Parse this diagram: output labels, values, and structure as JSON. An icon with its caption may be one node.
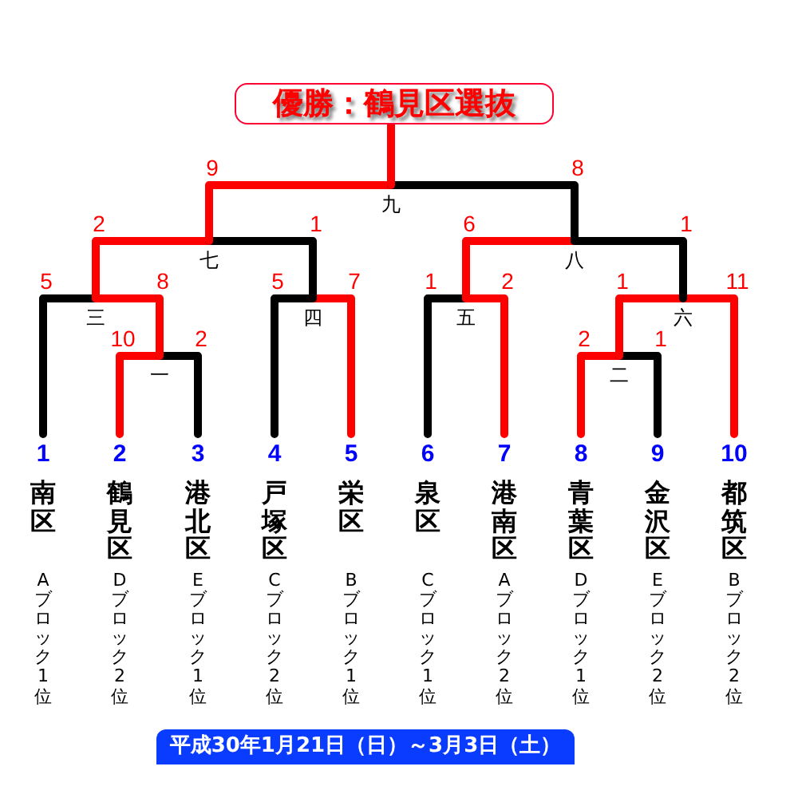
{
  "diagram": {
    "nodes": [
      {
        "text": [
          "優勝：鶴見区選抜"
        ]
      },
      {
        "text": [
          "九"
        ]
      },
      {
        "text": [
          "七"
        ]
      },
      {
        "text": [
          "八"
        ]
      },
      {
        "text": [
          "三"
        ]
      },
      {
        "text": [
          "四"
        ]
      },
      {
        "text": [
          "五"
        ]
      },
      {
        "text": [
          "六"
        ]
      },
      {
        "text": [
          "一"
        ]
      },
      {
        "text": [
          "二"
        ]
      },
      {
        "text": [
          "1",
          "南区",
          "Aブロック1位"
        ]
      },
      {
        "text": [
          "2",
          "鶴見区",
          "Dブロック2位"
        ]
      },
      {
        "text": [
          "3",
          "港北区",
          "Eブロック1位"
        ]
      },
      {
        "text": [
          "4",
          "戸塚区",
          "Cブロック2位"
        ]
      },
      {
        "text": [
          "5",
          "栄区",
          "Bブロック1位"
        ]
      },
      {
        "text": [
          "6",
          "泉区",
          "Cブロック1位"
        ]
      },
      {
        "text": [
          "7",
          "港南区",
          "Aブロック2位"
        ]
      },
      {
        "text": [
          "8",
          "青葉区",
          "Dブロック1位"
        ]
      },
      {
        "text": [
          "9",
          "金沢区",
          "Eブロック2位"
        ]
      },
      {
        "text": [
          "10",
          "都筑区",
          "Bブロック2位"
        ]
      },
      {
        "text": [
          "平成30年1月21日（日）～3月3日（土）"
        ]
      }
    ],
    "edges": [
      {
        "from": 10,
        "to": 4,
        "arrow": "none",
        "label": "5",
        "color": "#000000"
      },
      {
        "from": 11,
        "to": 8,
        "arrow": "none",
        "label": "10"
      },
      {
        "from": 12,
        "to": 8,
        "arrow": "none",
        "label": "2",
        "color": "#000000"
      },
      {
        "from": 13,
        "to": 5,
        "arrow": "none",
        "label": "5",
        "color": "#000000"
      },
      {
        "from": 14,
        "to": 5,
        "arrow": "none",
        "label": "7"
      },
      {
        "from": 15,
        "to": 6,
        "arrow": "none",
        "label": "1",
        "color": "#000000"
      },
      {
        "from": 16,
        "to": 6,
        "arrow": "none",
        "label": "2"
      },
      {
        "from": 17,
        "to": 9,
        "arrow": "none",
        "label": "2"
      },
      {
        "from": 18,
        "to": 9,
        "arrow": "none",
        "label": "1",
        "color": "#000000"
      },
      {
        "from": 19,
        "to": 7,
        "arrow": "none",
        "label": "11"
      },
      {
        "from": 8,
        "to": 4,
        "arrow": "none",
        "label": "8"
      },
      {
        "from": 9,
        "to": 7,
        "arrow": "none",
        "label": "1"
      },
      {
        "from": 4,
        "to": 2,
        "arrow": "none",
        "label": "2"
      },
      {
        "from": 5,
        "to": 2,
        "arrow": "none",
        "label": "1",
        "color": "#000000"
      },
      {
        "from": 6,
        "to": 3,
        "arrow": "none",
        "label": "6"
      },
      {
        "from": 7,
        "to": 3,
        "arrow": "none",
        "label": "1",
        "color": "#000000"
      },
      {
        "from": 2,
        "to": 1,
        "arrow": "none",
        "label": "9"
      },
      {
        "from": 3,
        "to": 1,
        "arrow": "none",
        "label": "8",
        "color": "#000000"
      },
      {
        "from": 1,
        "to": 0,
        "arrow": "none"
      }
    ]
  }
}
